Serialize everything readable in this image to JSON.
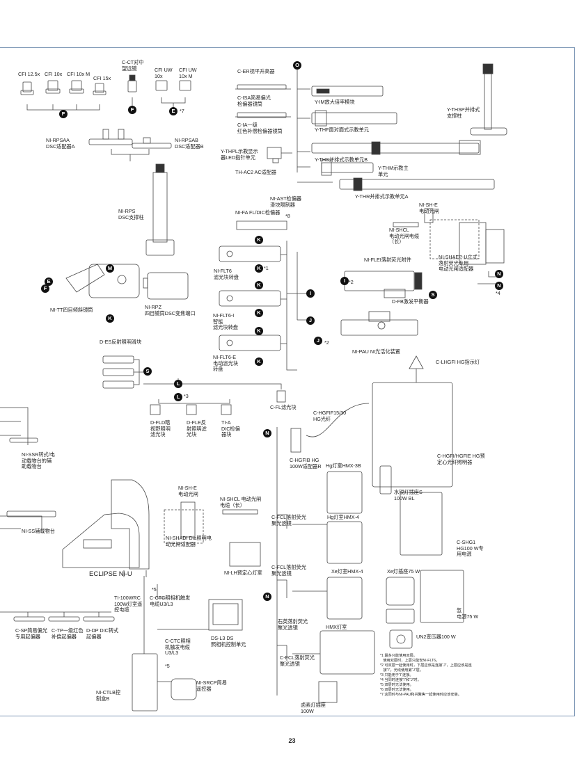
{
  "page_number": "23",
  "colors": {
    "frame": "#7a95b4",
    "badge": "#111111",
    "line": "#555555"
  },
  "badge_letters": {
    "E": "E",
    "F": "F",
    "I": "I",
    "J": "J",
    "K": "K",
    "L": "L",
    "M": "M",
    "N": "N",
    "O": "O",
    "S": "S"
  },
  "labels": {
    "cfi125": "CFI 12.5x",
    "cfi10": "CFI 10x",
    "cfi10m": "CFI 10x M",
    "cfi15": "CFI 15x",
    "cct": "C-CT对中\n望远镜",
    "cfiuw10": "CFI UW\n10x",
    "cfiuw10m": "CFI UW\n10x M",
    "star7": "*7",
    "rpsaa": "NI-RPSAA\nDSC适配器A",
    "rpsab": "NI-RPSAB\nDSC适配器B",
    "rps": "NI-RPS\nDSC支撑柱",
    "tt": "NI-TT四目倾斜镜筒",
    "rpz": "NI-RPZ\n四目镜筒DSC变焦端口",
    "ces": "C-ER视平升高器",
    "cisa": "C-ISA简易偏光\n检偏器镜筒",
    "cia": "C-IA一级\n红色补偿检偏器镜筒",
    "thpl": "Y-THPL示教显示\n器LED指针单元",
    "thac2": "TH-AC2 AC适配器",
    "yim": "Y-IM放大倍率模块",
    "ythf": "Y-THF面对面式示教单元",
    "yths": "Y-THS并排式示教单元B",
    "ythm": "Y-THM示教主\n单元",
    "ythr": "Y-THR并排式示教单元A",
    "ythsp": "Y-THSP并排式\n支撑柱",
    "ast": "NI-AST检偏器\n滑块限制器",
    "star8": "*8",
    "fadic": "NI-FA FL/DIC检偏器",
    "flt6": "NI-FLT6\n滤光块转盘",
    "star1": "*1",
    "flt6i": "NI-FLT6-I\n智能\n滤光块转盘",
    "flt6e": "NI-FLT6-E\n电动滤光块\n转盘",
    "shetop": "NI-SH-E\n电动光闸",
    "shcltop": "NI-SHCL\n电动光闸电缆\n（长）",
    "shaep": "NI-SHAEP-U立式\n落射荧光专用\n电动光闸适配器",
    "flei": "NI-FLEI落射荧光附件",
    "star2a": "*2",
    "dfb": "D-FB激发平衡器",
    "pau": "NI-PAU NI光活化装置",
    "star2b": "*2",
    "star4": "*4",
    "des": "D-ES反射照明滑块",
    "star3": "*3",
    "dfld": "D-FLD暗\n视野照明\n滤光块",
    "dfle": "D-FLE反\n射照明滤\n光块",
    "tia": "TI-A\nDIC检偏\n器块",
    "cfl": "C-FL滤光块",
    "lhgfi": "C-LHGFI HG指示灯",
    "hgfif": "C-HGFIF15/30\nHG光纤",
    "hgfib": "C-HGFIB HG\n100W适配器R",
    "hgfie": "C-HGFI/HGFIE HG预\n定心光纤照明器",
    "ssr": "NI-SSR转式/电\n动载物台的辅\n助载物台",
    "ss": "NI-SS辅载物台",
    "shebot": "NI-SH-E\n电动光闸",
    "shclbot": "NI-SHCL 电动光闸\n电缆（长）",
    "shadi": "NI-SHADI Dia照明电\n动光闸适配器",
    "lh": "NI-LH预定心灯室",
    "eclipse": "ECLIPSE Ni-U",
    "star5a": "*5",
    "tiwrc": "TI-100WRC\n100W灯室遥\n控电缆",
    "cctc": "C-CTC照相机触发\n电缆U3/L3",
    "csp": "C-SP简易偏光\n专用起偏器",
    "ctp": "C-TP一级红色\n补偿起偏器",
    "ddp": "D-DP DIC转式\n起偏器",
    "cctc2": "C-CTC照相\n机触发电缆\nU3/L3",
    "star5b": "*5",
    "dsl3": "DS-L3 DS\n照相机控制单元",
    "ctlb": "NI-CTLB控\n制盒B",
    "srcp": "NI-SRCP简易\n遥控器",
    "hmx3b": "Hg灯室HMX-3B",
    "hgsocket": "水银灯插座S\n100W BL",
    "cfl1": "C-FCL落射荧光\n聚光透镜",
    "hmx4": "Hg灯室HMX-4",
    "shg1": "C-SHG1\nHG100 W专\n用电源",
    "cfl2": "C-FCL落射荧光\n聚光透镜",
    "xehmx4": "Xe灯室HMX-4",
    "xesocket": "Xe灯插座75 W",
    "quartz": "石英落射荧光\n聚光透镜",
    "xepsu": "氙\n电源75 W",
    "hmx": "HMX灯室",
    "un2": "UN2变压器100 W",
    "cfl3": "C-FCL落射荧光\n聚光透镜",
    "halogen": "卤素灯插座\n100W"
  },
  "notes": [
    "*1 最多只能使用双层。",
    "   使用双层时，上层只能安NI-FLT6。",
    "*2 可双层一起使用时，下层应该是连接“J”，上层应该是连",
    "   接“I”。光线使用第“J”层。",
    "*3 只能用于“I”连接。",
    "*4 当同时连接“I”和“J”时。",
    "*5 双层时无法使用。",
    "*6 双层时无法使用。",
    "*7 这同时与NI-PAU和共聚焦一起使用时应该安装。"
  ]
}
